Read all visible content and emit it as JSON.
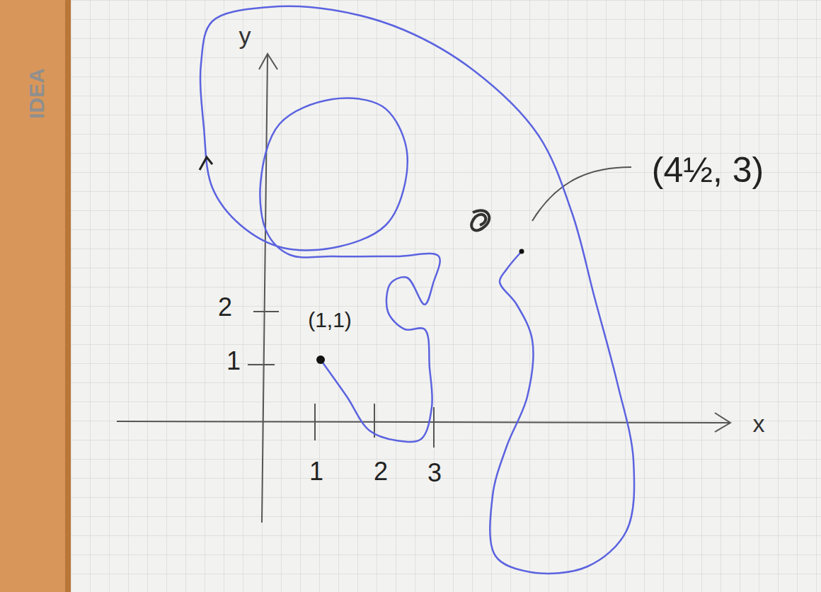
{
  "diagram": {
    "labels": [
      "IDEA",
      "y",
      "x",
      "2",
      "1",
      "(1,1)",
      "1",
      "2",
      "3",
      "(4½, 3)"
    ]
  }
}
